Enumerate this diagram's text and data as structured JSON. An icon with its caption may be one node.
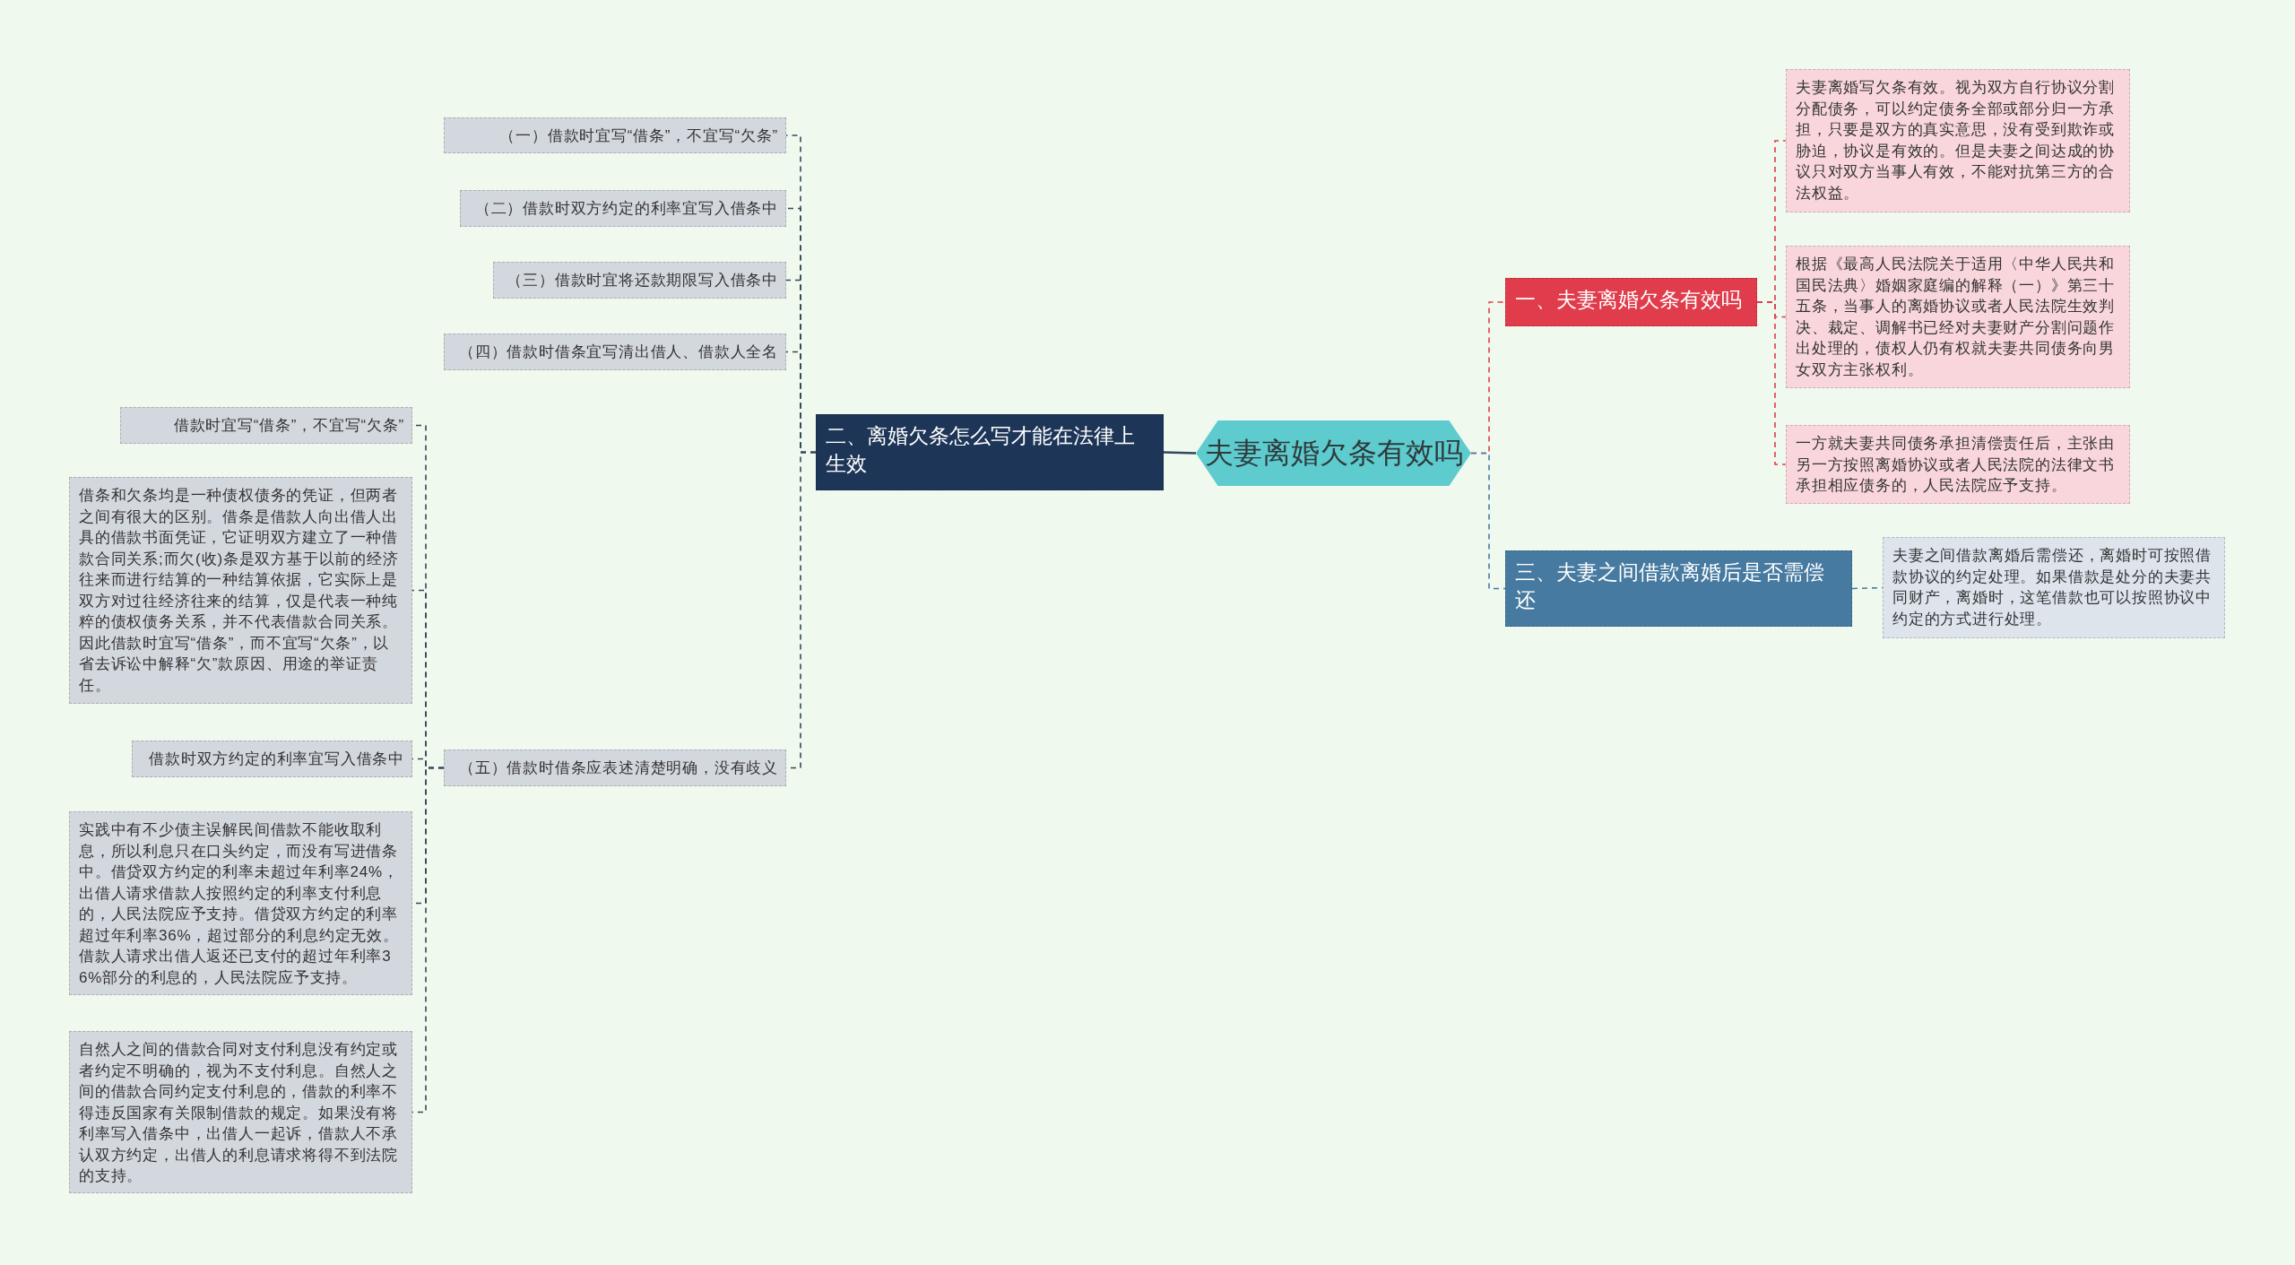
{
  "diagram": {
    "nodes": [
      {
        "text": [
          "夫妻离婚欠条有效吗"
        ]
      },
      {
        "text": [
          "一、夫妻离婚欠条有效吗"
        ]
      },
      {
        "text": [
          "夫妻离婚写欠条有效。视为双方自行协议分割分配债务，可以约定债务全部或部分归一方承担，只要是双方的真实意思，没有受到欺诈或胁迫，协议是有效的。但是夫妻之间达成的协议只对双方当事人有效，不能对抗第三方的合法权益。"
        ]
      },
      {
        "text": [
          "根据《最高人民法院关于适用〈中华人民共和国民法典〉婚姻家庭编的解释（一）》第三十五条，当事人的离婚协议或者人民法院生效判决、裁定、调解书已经对夫妻财产分割问题作出处理的，债权人仍有权就夫妻共同债务向男女双方主张权利。"
        ]
      },
      {
        "text": [
          "一方就夫妻共同债务承担清偿责任后，主张由另一方按照离婚协议或者人民法院的法律文书承担相应债务的，人民法院应予支持。"
        ]
      },
      {
        "text": [
          "二、离婚欠条怎么写才能在法律上生效"
        ]
      },
      {
        "text": [
          "（一）借款时宜写“借条”，不宜写“欠条”"
        ]
      },
      {
        "text": [
          "（二）借款时双方约定的利率宜写入借条中"
        ]
      },
      {
        "text": [
          "（三）借款时宜将还款期限写入借条中"
        ]
      },
      {
        "text": [
          "（四）借款时借条宜写清出借人、借款人全名"
        ]
      },
      {
        "text": [
          "（五）借款时借条应表述清楚明确，没有歧义"
        ]
      },
      {
        "text": [
          "借款时宜写“借条”，不宜写“欠条”"
        ]
      },
      {
        "text": [
          "借条和欠条均是一种债权债务的凭证，但两者之间有很大的区别。借条是借款人向出借人出具的借款书面凭证，它证明双方建立了一种借款合同关系;而欠(收)条是双方基于以前的经济往来而进行结算的一种结算依据，它实际上是双方对过往经济往来的结算，仅是代表一种纯粹的债权债务关系，并不代表借款合同关系。因此借款时宜写“借条”，而不宜写“欠条”，以省去诉讼中解释“欠”款原因、用途的举证责任。"
        ]
      },
      {
        "text": [
          "借款时双方约定的利率宜写入借条中"
        ]
      },
      {
        "text": [
          "实践中有不少债主误解民间借款不能收取利息，所以利息只在口头约定，而没有写进借条中。借贷双方约定的利率未超过年利率24%，出借人请求借款人按照约定的利率支付利息的，人民法院应予支持。借贷双方约定的利率超过年利率36%，超过部分的利息约定无效。借款人请求出借人返还已支付的超过年利率36%部分的利息的，人民法院应予支持。"
        ]
      },
      {
        "text": [
          "自然人之间的借款合同对支付利息没有约定或者约定不明确的，视为不支付利息。自然人之间的借款合同约定支付利息的，借款的利率不得违反国家有关限制借款的规定。如果没有将利率写入借条中，出借人一起诉，借款人不承认双方约定，出借人的利息请求将得不到法院的支持。"
        ]
      },
      {
        "text": [
          "三、夫妻之间借款离婚后是否需偿还"
        ]
      },
      {
        "text": [
          "夫妻之间借款离婚后需偿还，离婚时可按照借款协议的约定处理。如果借款是处分的夫妻共同财产，离婚时，这笔借款也可以按照协议中约定的方式进行处理。"
        ]
      }
    ],
    "edges": [
      {
        "from": 0,
        "to": 1,
        "arrow": "none",
        "style": "dashed",
        "color": "#e03c4b"
      },
      {
        "from": 1,
        "to": 2,
        "arrow": "none",
        "style": "dashed",
        "color": "#e03c4b"
      },
      {
        "from": 1,
        "to": 3,
        "arrow": "none",
        "style": "dashed",
        "color": "#e03c4b"
      },
      {
        "from": 1,
        "to": 4,
        "arrow": "none",
        "style": "dashed",
        "color": "#e03c4b"
      },
      {
        "from": 0,
        "to": 5,
        "arrow": "none"
      },
      {
        "from": 5,
        "to": 6,
        "arrow": "none",
        "style": "dashed"
      },
      {
        "from": 5,
        "to": 7,
        "arrow": "none",
        "style": "dashed"
      },
      {
        "from": 5,
        "to": 8,
        "arrow": "none",
        "style": "dashed"
      },
      {
        "from": 5,
        "to": 9,
        "arrow": "none",
        "style": "dashed"
      },
      {
        "from": 5,
        "to": 10,
        "arrow": "none",
        "style": "dashed"
      },
      {
        "from": 10,
        "to": 11,
        "arrow": "none",
        "style": "dashed"
      },
      {
        "from": 10,
        "to": 12,
        "arrow": "none",
        "style": "dashed"
      },
      {
        "from": 10,
        "to": 13,
        "arrow": "none",
        "style": "dashed"
      },
      {
        "from": 10,
        "to": 14,
        "arrow": "none",
        "style": "dashed"
      },
      {
        "from": 10,
        "to": 15,
        "arrow": "none",
        "style": "dashed"
      },
      {
        "from": 0,
        "to": 16,
        "arrow": "none",
        "style": "dashed",
        "color": "#467aa0"
      },
      {
        "from": 16,
        "to": 17,
        "arrow": "none",
        "style": "dashed",
        "color": "#467aa0"
      }
    ]
  }
}
